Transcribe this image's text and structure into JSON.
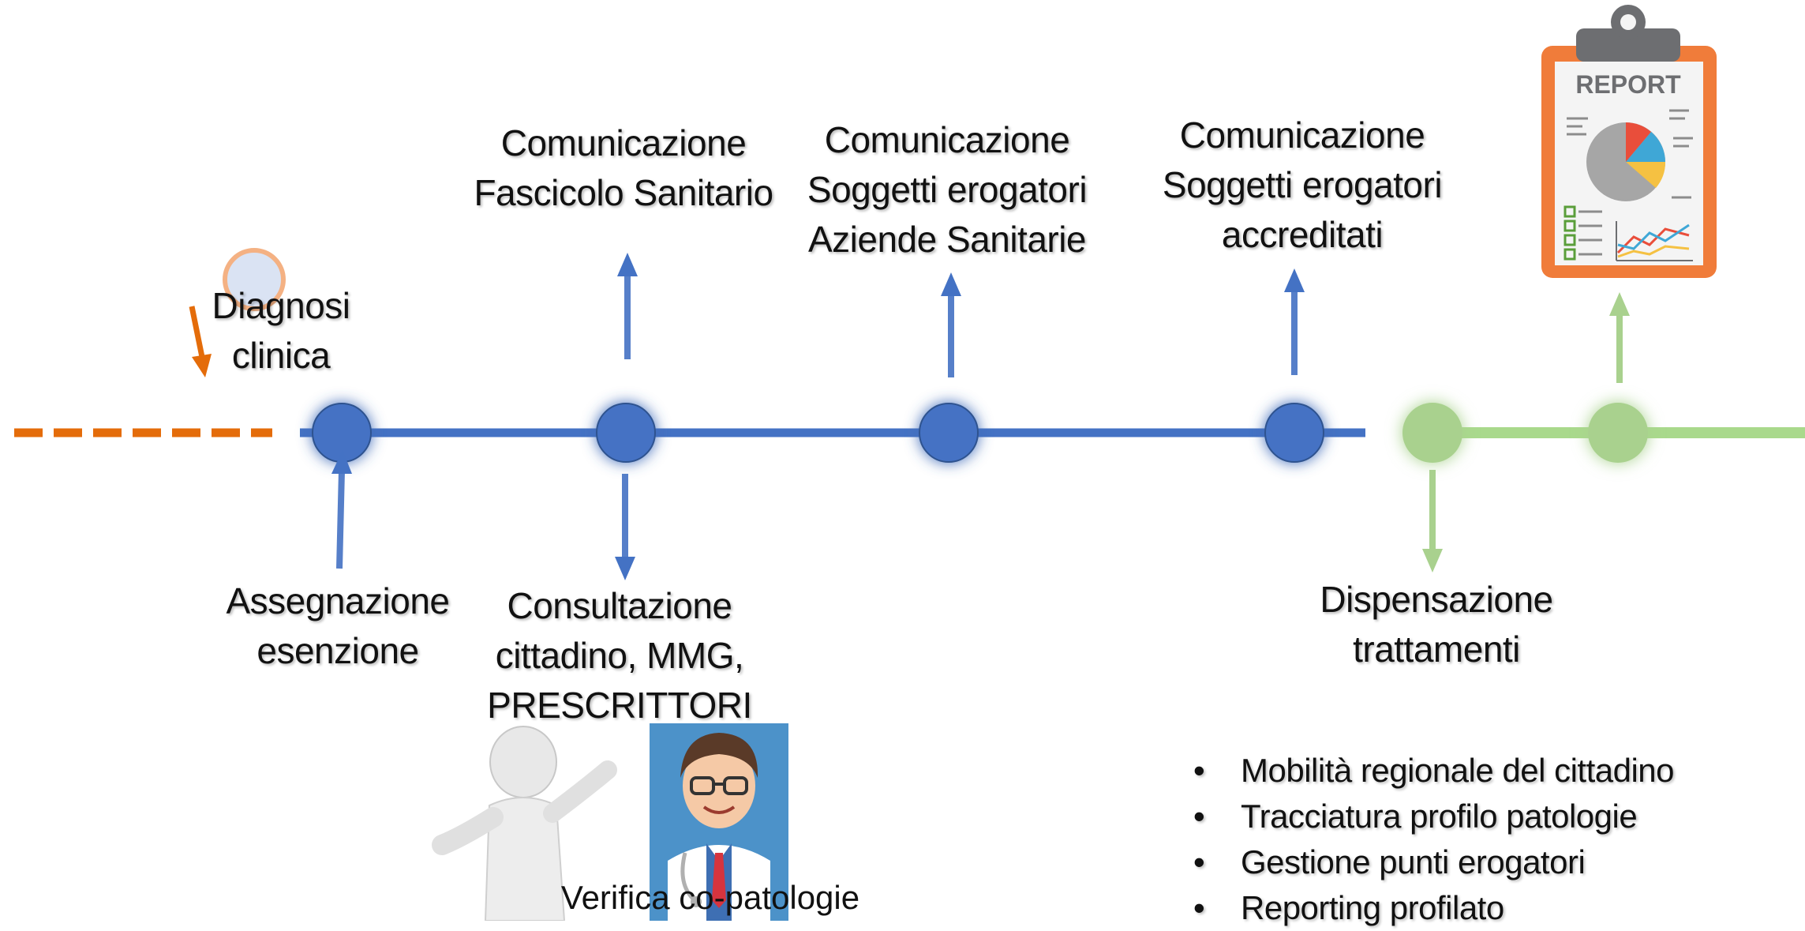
{
  "labels": {
    "diagnosi": [
      "Diagnosi",
      "clinica"
    ],
    "assegnazione": [
      "Assegnazione",
      "esenzione"
    ],
    "fascicolo": [
      "Comunicazione",
      "Fascicolo Sanitario"
    ],
    "consultazione": [
      "Consultazione",
      "cittadino, MMG,",
      "PRESCRITTORI"
    ],
    "aziende": [
      "Comunicazione",
      "Soggetti erogatori",
      "Aziende Sanitarie"
    ],
    "accreditati": [
      "Comunicazione",
      "Soggetti erogatori",
      "accreditati"
    ],
    "dispensazione": [
      "Dispensazione",
      "trattamenti"
    ]
  },
  "caption": "Verifica co-patologie",
  "bullets": [
    "Mobilità regionale del cittadino",
    "Tracciatura profilo patologie",
    "Gestione punti erogatori",
    "Reporting profilato"
  ],
  "report": {
    "title": "REPORT"
  },
  "colors": {
    "timeline_blue": "#4472C4",
    "timeline_green": "#8FD16A",
    "dashed_orange": "#E46C0A",
    "report_orange": "#F07C3A"
  }
}
